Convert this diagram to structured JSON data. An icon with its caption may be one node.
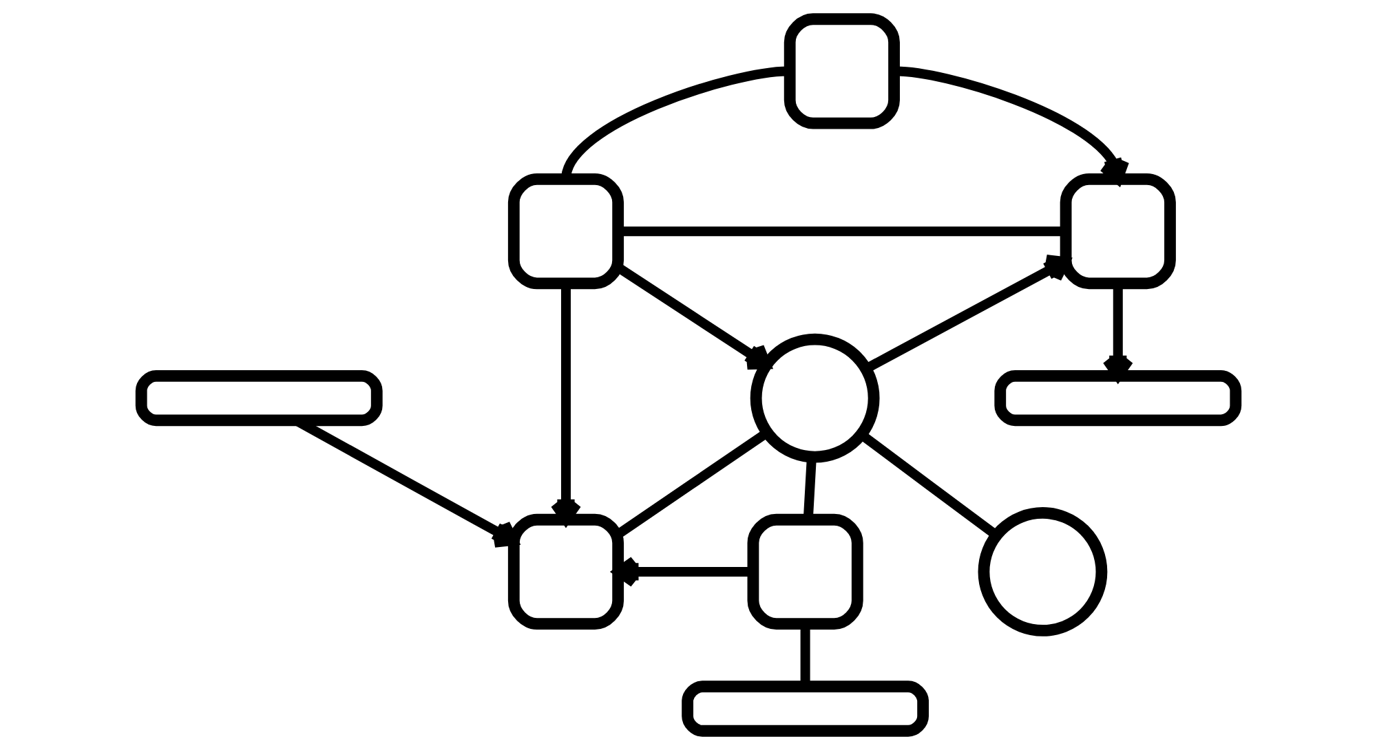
{
  "diagram": {
    "nodes": [
      {
        "text": [],
        "shape": "box"
      },
      {
        "text": [],
        "shape": "box"
      },
      {
        "text": [],
        "shape": "box"
      },
      {
        "text": [],
        "shape": "bar"
      },
      {
        "text": [],
        "shape": "circle"
      },
      {
        "text": [],
        "shape": "bar"
      },
      {
        "text": [],
        "shape": "box"
      },
      {
        "text": [],
        "shape": "box"
      },
      {
        "text": [],
        "shape": "circle"
      },
      {
        "text": [],
        "shape": "bar"
      }
    ],
    "edges": [
      {
        "from": 1,
        "to": 0,
        "arrow": "none"
      },
      {
        "from": 0,
        "to": 2,
        "arrow": "to"
      },
      {
        "from": 1,
        "to": 2,
        "arrow": "none"
      },
      {
        "from": 1,
        "to": 4,
        "arrow": "to"
      },
      {
        "from": 4,
        "to": 2,
        "arrow": "to"
      },
      {
        "from": 2,
        "to": 5,
        "arrow": "to"
      },
      {
        "from": 1,
        "to": 6,
        "arrow": "to"
      },
      {
        "from": 3,
        "to": 6,
        "arrow": "to"
      },
      {
        "from": 6,
        "to": 4,
        "arrow": "none"
      },
      {
        "from": 4,
        "to": 7,
        "arrow": "none"
      },
      {
        "from": 4,
        "to": 8,
        "arrow": "none"
      },
      {
        "from": 7,
        "to": 6,
        "arrow": "to"
      },
      {
        "from": 7,
        "to": 9,
        "arrow": "none"
      }
    ]
  }
}
